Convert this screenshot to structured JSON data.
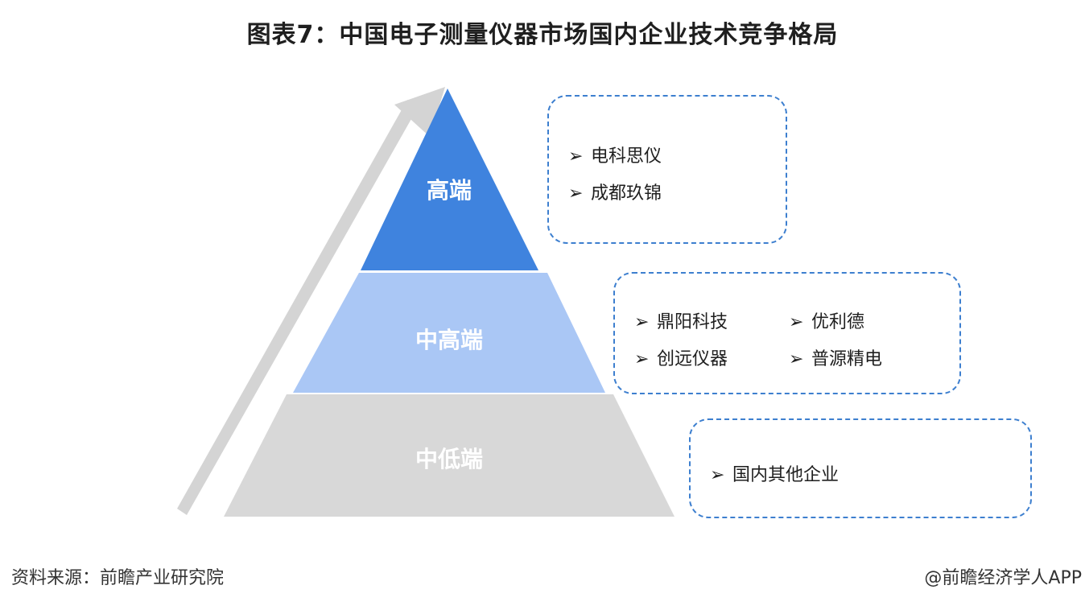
{
  "title": "图表7：中国电子测量仪器市场国内企业技术竞争格局",
  "colors": {
    "high": "#3f83de",
    "mid_high": "#aac7f5",
    "mid_low": "#d8d8d8",
    "arrow": "#d4d4d4",
    "box_border": "#3d7fcf"
  },
  "tiers": [
    {
      "label": "高端",
      "companies": [
        "电科思仪",
        "成都玖锦"
      ]
    },
    {
      "label": "中高端",
      "companies": [
        "鼎阳科技",
        "优利德",
        "创远仪器",
        "普源精电"
      ]
    },
    {
      "label": "中低端",
      "companies": [
        "国内其他企业"
      ]
    }
  ],
  "bullet_symbol": "➢",
  "footer": {
    "source": "资料来源：前瞻产业研究院",
    "credit": "@前瞻经济学人APP"
  }
}
